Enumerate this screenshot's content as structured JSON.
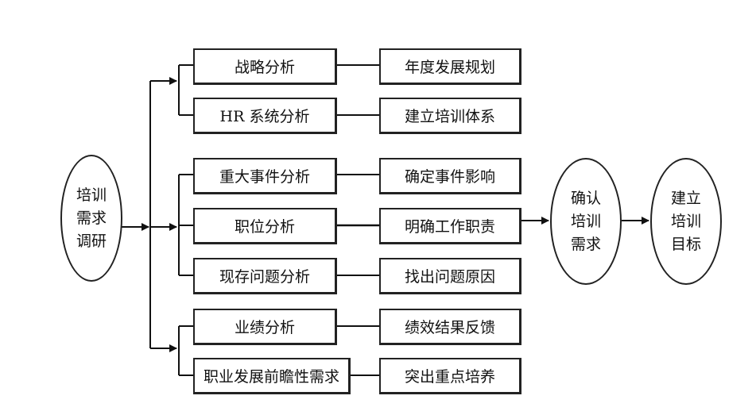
{
  "start_node": {
    "lines": [
      "培训",
      "需求",
      "调研"
    ]
  },
  "analysis_groups": [
    {
      "items": [
        {
          "analysis": "战略分析",
          "outcome": "年度发展规划"
        },
        {
          "analysis": "HR 系统分析",
          "outcome": "建立培训体系"
        }
      ]
    },
    {
      "items": [
        {
          "analysis": "重大事件分析",
          "outcome": "确定事件影响"
        },
        {
          "analysis": "职位分析",
          "outcome": "明确工作职责"
        },
        {
          "analysis": "现存问题分析",
          "outcome": "找出问题原因"
        }
      ]
    },
    {
      "items": [
        {
          "analysis": "业绩分析",
          "outcome": "绩效结果反馈"
        },
        {
          "analysis": "职业发展前瞻性需求",
          "outcome": "突出重点培养"
        }
      ]
    }
  ],
  "confirm_node": {
    "lines": [
      "确认",
      "培训",
      "需求"
    ]
  },
  "goal_node": {
    "lines": [
      "建立",
      "培训",
      "目标"
    ]
  }
}
